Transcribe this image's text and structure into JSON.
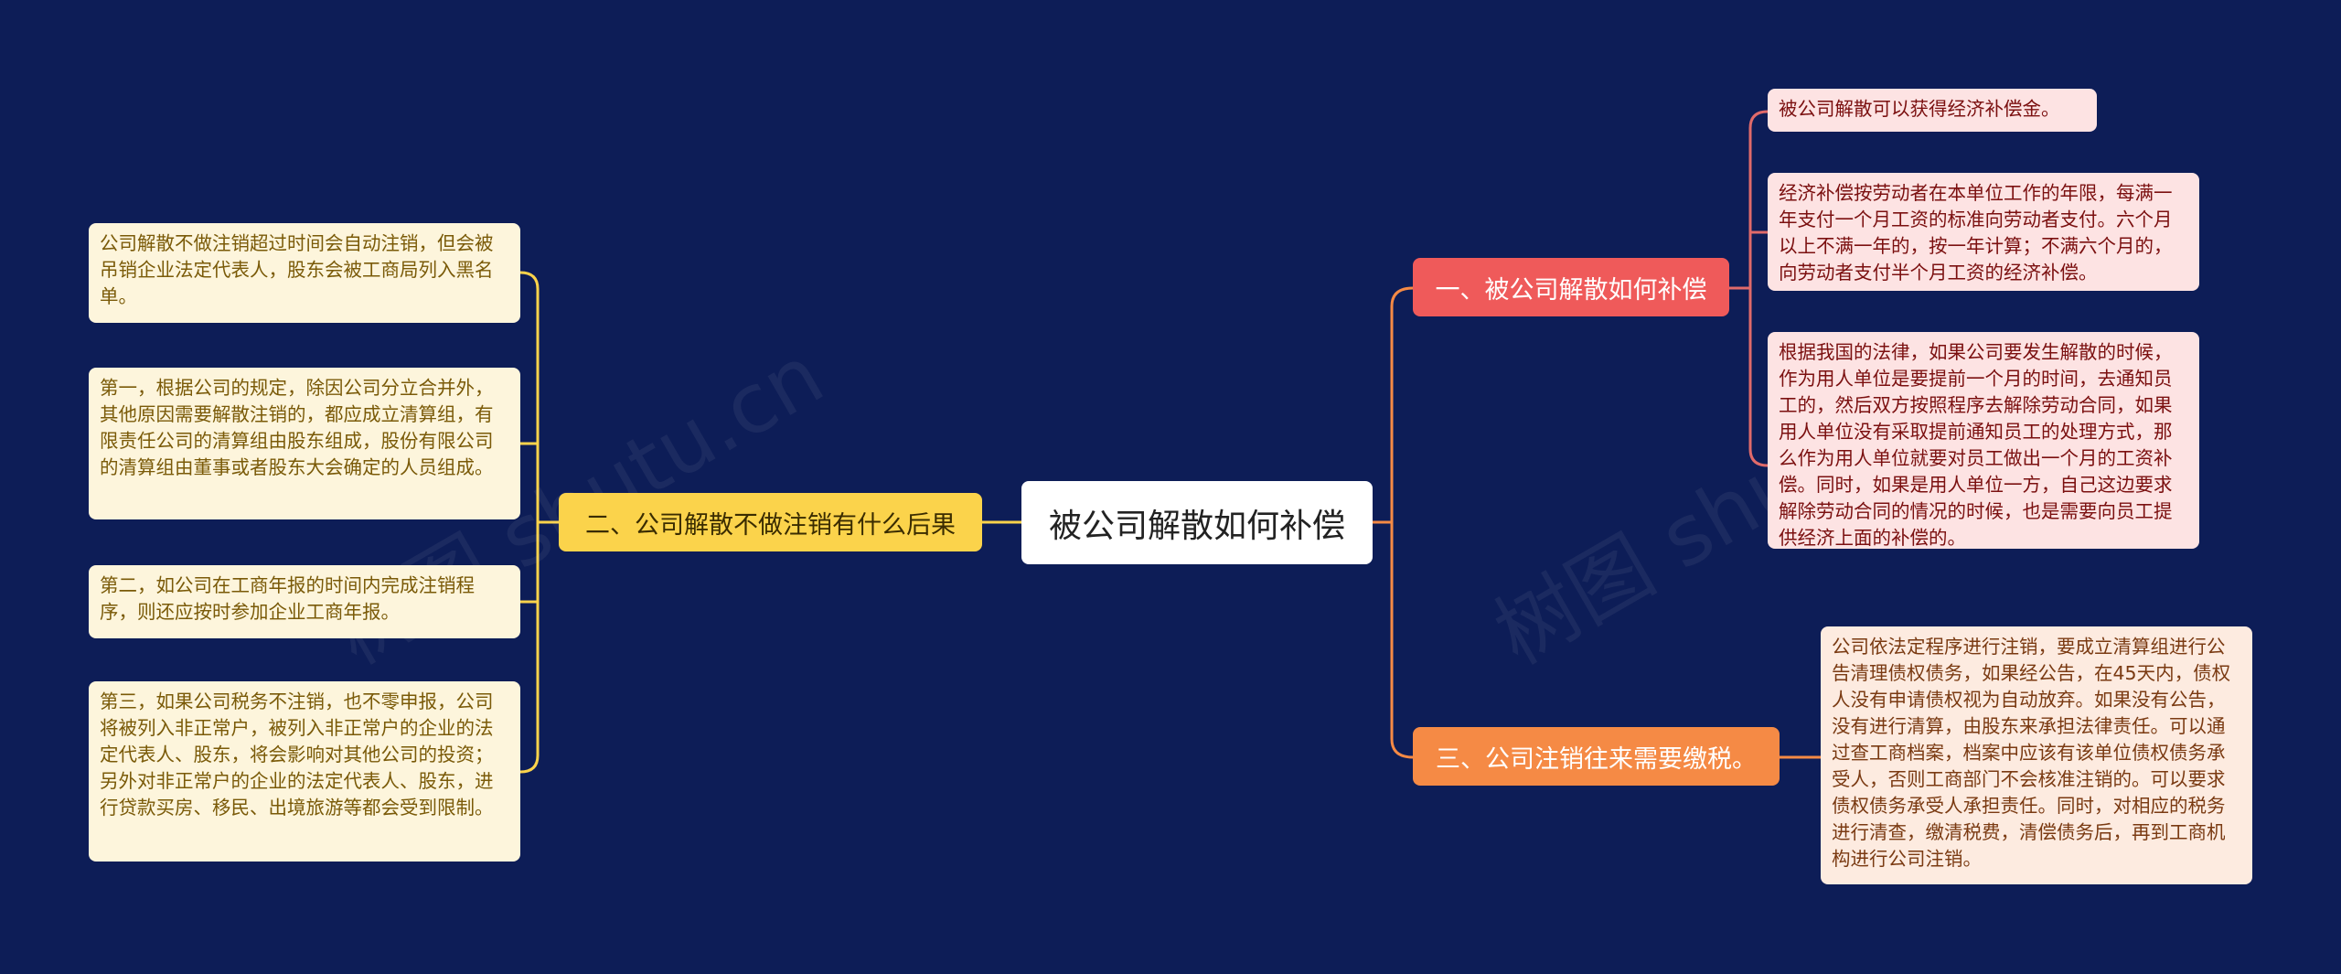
{
  "center": "被公司解散如何补偿",
  "left_branch": {
    "label": "二、公司解散不做注销有什么后果",
    "color": "#fbd34b",
    "leaves": [
      "公司解散不做注销超过时间会自动注销，但会被吊销企业法定代表人，股东会被工商局列入黑名单。",
      "第一，根据公司的规定，除因公司分立合并外，其他原因需要解散注销的，都应成立清算组，有限责任公司的清算组由股东组成，股份有限公司的清算组由董事或者股东大会确定的人员组成。",
      "第二，如公司在工商年报的时间内完成注销程序，则还应按时参加企业工商年报。",
      "第三，如果公司税务不注销，也不零申报，公司将被列入非正常户，被列入非正常户的企业的法定代表人、股东，将会影响对其他公司的投资；另外对非正常户的企业的法定代表人、股东，进行贷款买房、移民、出境旅游等都会受到限制。"
    ]
  },
  "right_branches": [
    {
      "label": "一、被公司解散如何补偿",
      "color": "#ef5a5a",
      "leaves": [
        "被公司解散可以获得经济补偿金。",
        "经济补偿按劳动者在本单位工作的年限，每满一年支付一个月工资的标准向劳动者支付。六个月以上不满一年的，按一年计算；不满六个月的，向劳动者支付半个月工资的经济补偿。",
        "根据我国的法律，如果公司要发生解散的时候，作为用人单位是要提前一个月的时间，去通知员工的，然后双方按照程序去解除劳动合同，如果用人单位没有采取提前通知员工的处理方式，那么作为用人单位就要对员工做出一个月的工资补偿。同时，如果是用人单位一方，自己这边要求解除劳动合同的情况的时候，也是需要向员工提供经济上面的补偿的。"
      ]
    },
    {
      "label": "三、公司注销往来需要缴税。",
      "color": "#f58a45",
      "leaves": [
        "公司依法定程序进行注销，要成立清算组进行公告清理债权债务，如果经公告，在45天内，债权人没有申请债权视为自动放弃。如果没有公告，没有进行清算，由股东来承担法律责任。可以通过查工商档案，档案中应该有该单位债权债务承受人，否则工商部门不会核准注销的。可以要求债权债务承受人承担责任。同时，对相应的税务进行清查，缴清税费，清偿债务后，再到工商机构进行公司注销。"
      ]
    }
  ],
  "watermark": "树图 shutu.cn",
  "background_color": "#0d1d57"
}
